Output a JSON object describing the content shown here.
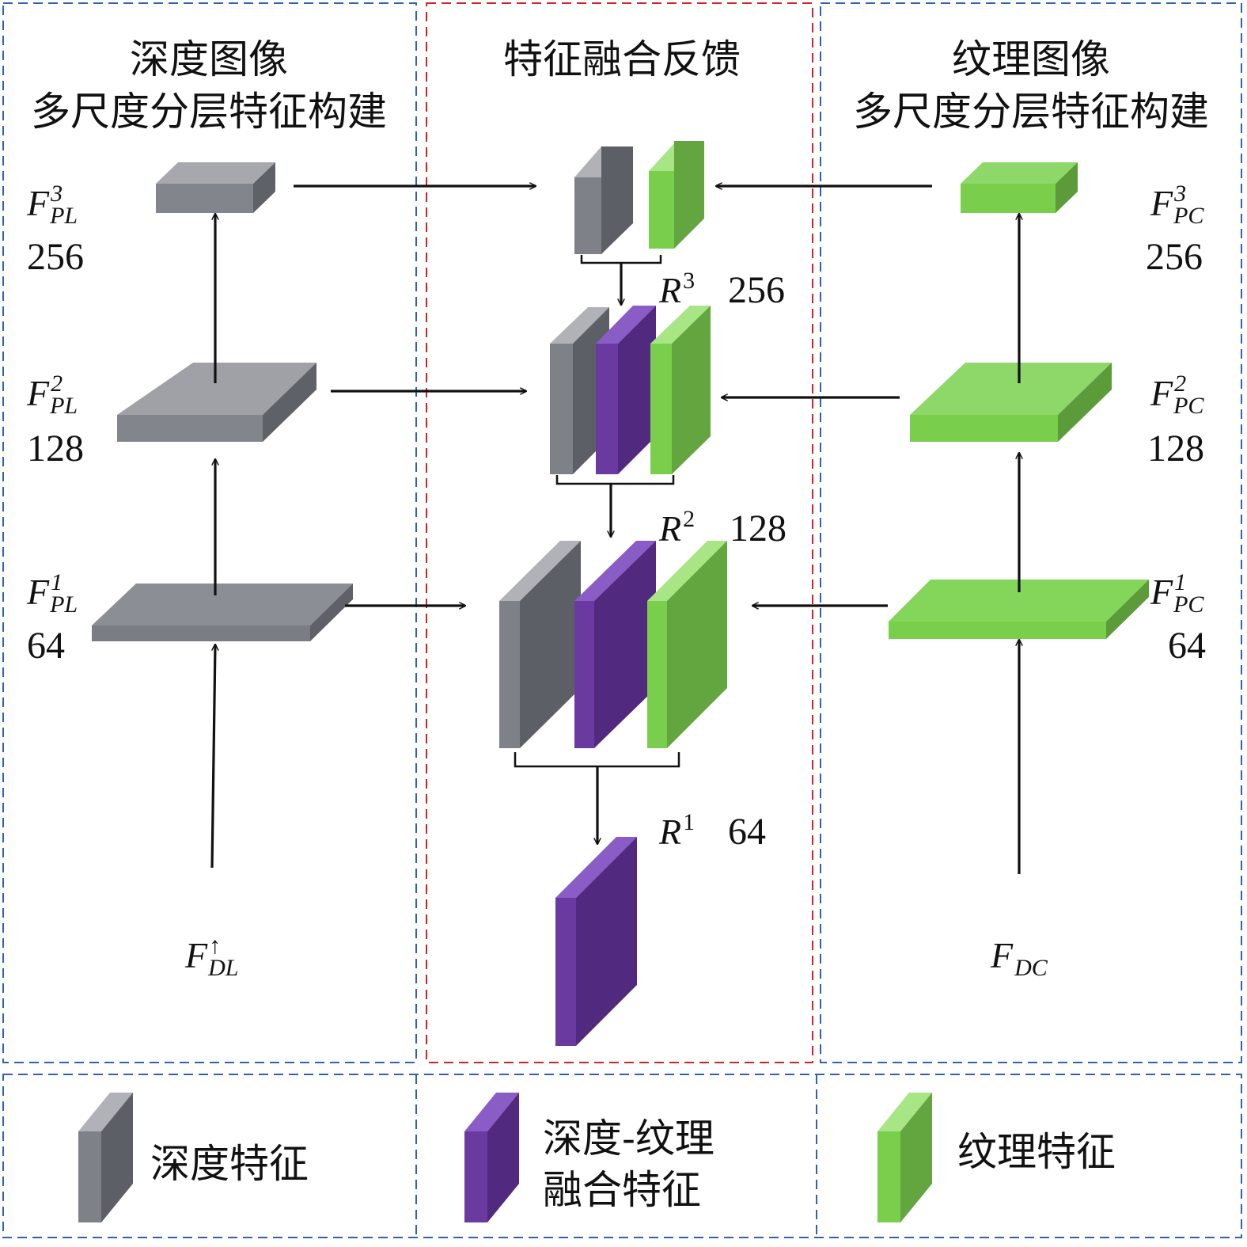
{
  "sections": {
    "left_title_line1": "深度图像",
    "left_title_line2": "多尺度分层特征构建",
    "center_title": "特征融合反馈",
    "right_title_line1": "纹理图像",
    "right_title_line2": "多尺度分层特征构建"
  },
  "left_labels": [
    {
      "base": "F",
      "sup": "3",
      "sub": "PL",
      "size": "256"
    },
    {
      "base": "F",
      "sup": "2",
      "sub": "PL",
      "size": "128"
    },
    {
      "base": "F",
      "sup": "1",
      "sub": "PL",
      "size": "64"
    }
  ],
  "left_input": {
    "base": "F",
    "sup": "↑",
    "sub": "DL"
  },
  "right_labels": [
    {
      "base": "F",
      "sup": "3",
      "sub": "PC",
      "size": "256"
    },
    {
      "base": "F",
      "sup": "2",
      "sub": "PC",
      "size": "128"
    },
    {
      "base": "F",
      "sup": "1",
      "sub": "PC",
      "size": "64"
    }
  ],
  "right_input": {
    "base": "F",
    "sub": "DC"
  },
  "fusion_labels": [
    {
      "base": "R",
      "sup": "3",
      "size": "256"
    },
    {
      "base": "R",
      "sup": "2",
      "size": "128"
    },
    {
      "base": "R",
      "sup": "1",
      "size": "64"
    }
  ],
  "legend": {
    "depth": "深度特征",
    "fusion_line1": "深度-纹理",
    "fusion_line2": "融合特征",
    "texture": "纹理特征"
  },
  "colors": {
    "depth": "#7f8189",
    "fusion": "#6a3aa0",
    "texture": "#79cf4c",
    "blue_dash": "#2e62b0",
    "red_dash": "#d4202a"
  }
}
